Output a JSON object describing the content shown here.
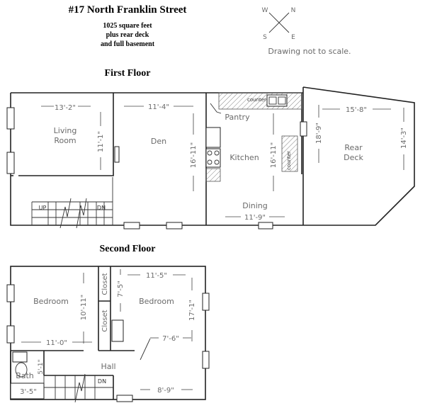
{
  "header": {
    "title": "#17 North Franklin Street",
    "line1": "1025 square feet",
    "line2": "plus rear deck",
    "line3": "and full basement"
  },
  "compass": {
    "nw": "W",
    "ne": "N",
    "sw": "S",
    "se": "E",
    "note": "Drawing not to scale."
  },
  "first_floor": {
    "heading": "First Floor",
    "living_room_1": "Living",
    "living_room_2": "Room",
    "living_w": "13'-2\"",
    "living_h": "11'-1\"",
    "den": "Den",
    "den_w": "11'-4\"",
    "den_h": "16'-11\"",
    "counter_top": "counter",
    "counter_side": "counter",
    "pantry": "Pantry",
    "kitchen": "Kitchen",
    "kitchen_h": "16'-11\"",
    "dining": "Dining",
    "dining_w": "11'-9\"",
    "deck_1": "Rear",
    "deck_2": "Deck",
    "deck_w": "15'-8\"",
    "deck_h1": "18'-9\"",
    "deck_h2": "14'-3\"",
    "up": "UP",
    "dn": "DN"
  },
  "second_floor": {
    "heading": "Second Floor",
    "bedroom_left": "Bedroom",
    "bedroom_left_h": "10'-11\"",
    "bedroom_left_w": "11'-0\"",
    "closet_top": "Closet",
    "closet_bottom": "Closet",
    "closet_dim": "7'-5\"",
    "bedroom_right": "Bedroom",
    "bedroom_right_w": "11'-5\"",
    "bedroom_right_h": "17'-1\"",
    "hall": "Hall",
    "hall_w": "7'-6\"",
    "hall_w2": "8'-9\"",
    "bath": "Bath",
    "bath_h": "5'-1\"",
    "bath_w": "3'-5\"",
    "dn": "DN"
  }
}
